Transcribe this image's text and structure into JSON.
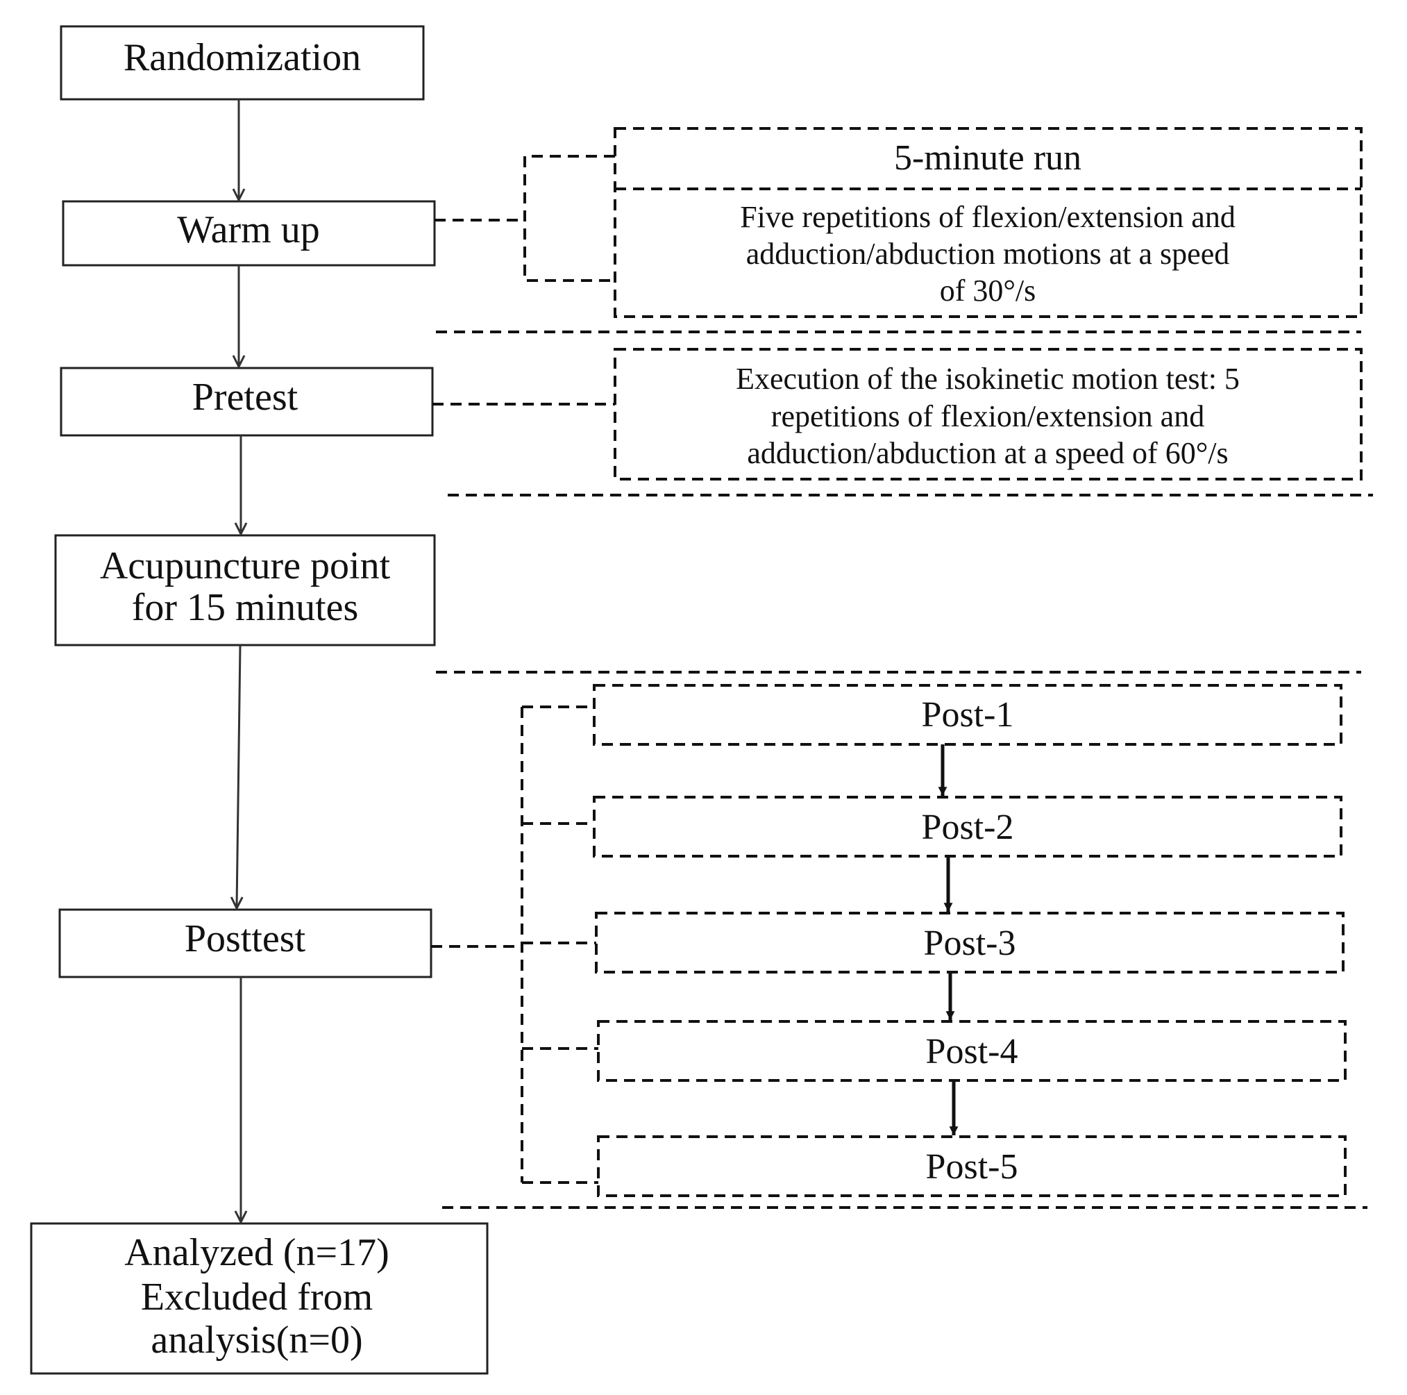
{
  "flow": {
    "randomization": "Randomization",
    "warm_up": "Warm up",
    "pretest": "Pretest",
    "acupuncture": [
      "Acupuncture point",
      "for 15 minutes"
    ],
    "posttest": "Posttest",
    "analysis": [
      "Analyzed (n=17)",
      "Excluded from",
      "analysis(n=0)"
    ]
  },
  "warm_up_details": {
    "run": "5-minute run",
    "repetitions": [
      "Five repetitions of flexion/extension and",
      "adduction/abduction motions at a speed",
      "of 30°/s"
    ]
  },
  "pretest_details": [
    "Execution of the isokinetic motion test: 5",
    "repetitions of flexion/extension and",
    "adduction/abduction at a speed of 60°/s"
  ],
  "posttest_details": [
    "Post-1",
    "Post-2",
    "Post-3",
    "Post-4",
    "Post-5"
  ]
}
